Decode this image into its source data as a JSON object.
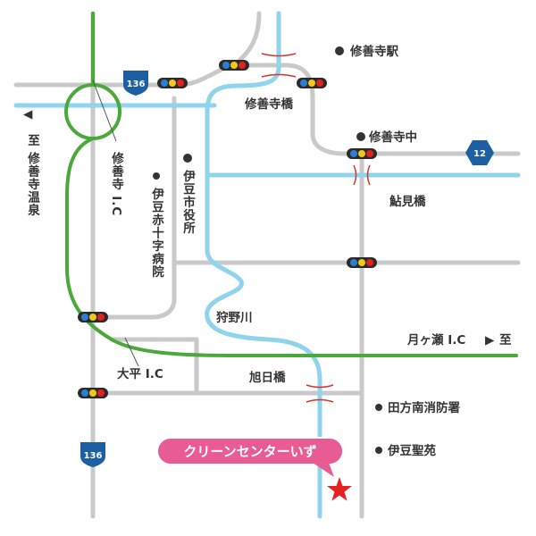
{
  "colors": {
    "road": "#c9c9c9",
    "river": "#8fd3ec",
    "expressway": "#4aa93a",
    "route_shield": "#1d5fa3",
    "destination_pill": "#e85c93",
    "star": "#e8201e",
    "text": "#333333"
  },
  "route_shields": {
    "r136_top": "136",
    "r136_bottom": "136",
    "r12": "12"
  },
  "labels": {
    "shuzenji_station": "修善寺駅",
    "shuzenji_bridge": "修善寺橋",
    "shuzenji_chu": "修善寺中",
    "ayumi_bridge": "鮎見橋",
    "to_shuzenji_onsen_arrow": "◀",
    "to_shuzenji_onsen": "至 修善寺温泉",
    "shuzenji_ic": "修善寺 I.C",
    "izu_akajuji_hospital": "伊豆赤十字病院",
    "izu_city_hall": "伊豆市役所",
    "kano_river": "狩野川",
    "tsukigase_ic": "月ヶ瀬 I.C",
    "to_arrow": "▶",
    "to_suffix": "至",
    "ohira_ic": "大平 I.C",
    "asahi_bridge": "旭日橋",
    "tagata_minami_fire": "田方南消防署",
    "izu_seien": "伊豆聖苑",
    "destination": "クリーンセンターいず"
  }
}
